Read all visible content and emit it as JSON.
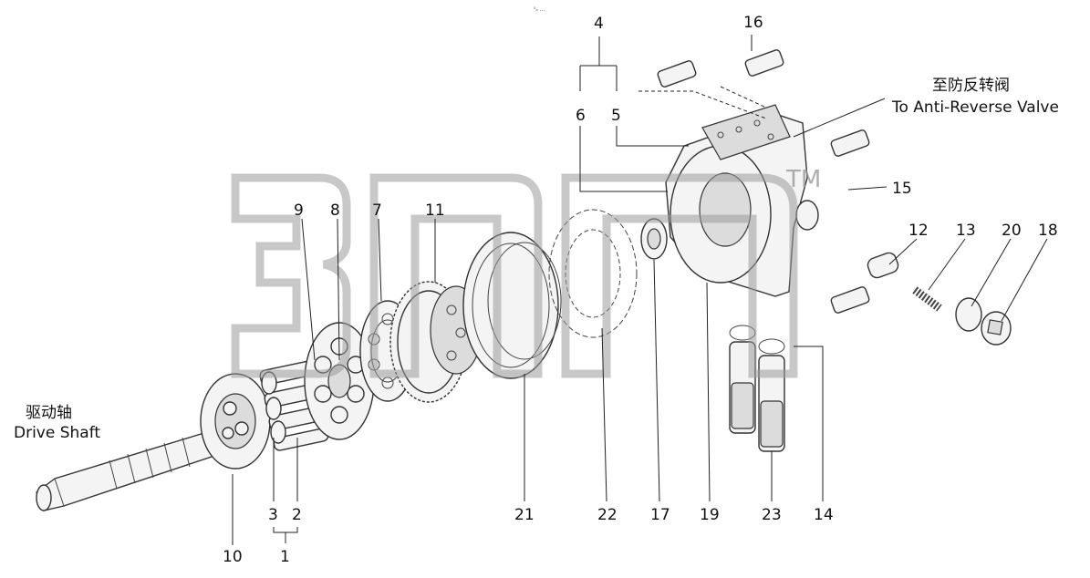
{
  "labels": {
    "drive_shaft_cn": "驱动轴",
    "drive_shaft_en": "Drive Shaft",
    "anti_reverse_cn": "至防反转阀",
    "anti_reverse_en": "To Anti-Reverse Valve",
    "watermark_tm": "TM",
    "corner_mark": "⁰ₐ ..."
  },
  "part_numbers": {
    "p1": "1",
    "p2": "2",
    "p3": "3",
    "p4": "4",
    "p5": "5",
    "p6": "6",
    "p7": "7",
    "p8": "8",
    "p9": "9",
    "p10": "10",
    "p11": "11",
    "p12": "12",
    "p13": "13",
    "p14": "14",
    "p15": "15",
    "p16": "16",
    "p17": "17",
    "p18": "18",
    "p19": "19",
    "p20": "20",
    "p21": "21",
    "p22": "22",
    "p23": "23"
  },
  "colors": {
    "line": "#222222",
    "watermark": "#9a9a9a",
    "part_fill": "#f4f4f4"
  }
}
